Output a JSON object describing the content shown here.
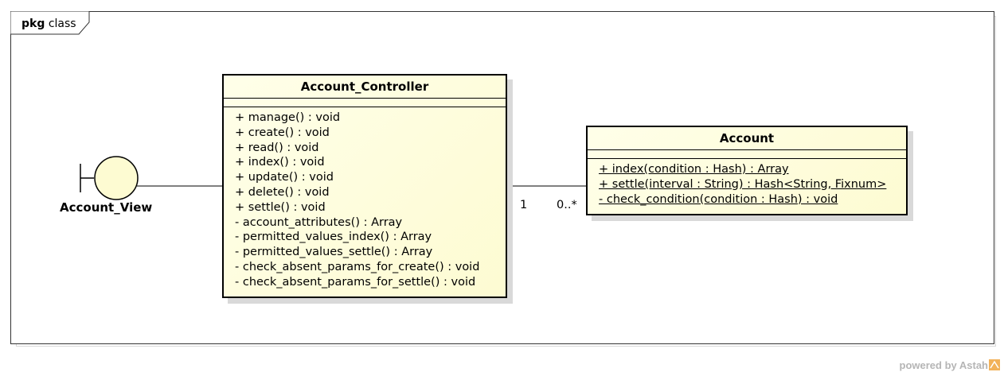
{
  "frame": {
    "keyword": "pkg",
    "name": "class"
  },
  "boundary": {
    "name": "Account_View"
  },
  "controller": {
    "name": "Account_Controller",
    "operations": [
      "+ manage() : void",
      "+ create() : void",
      "+ read() : void",
      "+ index() : void",
      "+ update() : void",
      "+ delete() : void",
      "+ settle() : void",
      "- account_attributes() : Array",
      "- permitted_values_index() : Array",
      "- permitted_values_settle() : Array",
      "- check_absent_params_for_create() : void",
      "- check_absent_params_for_settle() : void"
    ]
  },
  "account": {
    "name": "Account",
    "operations": [
      "+ index(condition : Hash) : Array",
      "+ settle(interval : String) : Hash<String, Fixnum>",
      "- check_condition(condition : Hash) : void"
    ]
  },
  "association": {
    "source_multiplicity": "1",
    "target_multiplicity": "0..*"
  },
  "footer": {
    "text": "powered by Astah"
  },
  "colors": {
    "class_fill": "#fdfbd2",
    "shadow": "#d9d9d9",
    "logo": "#f2b25a"
  }
}
